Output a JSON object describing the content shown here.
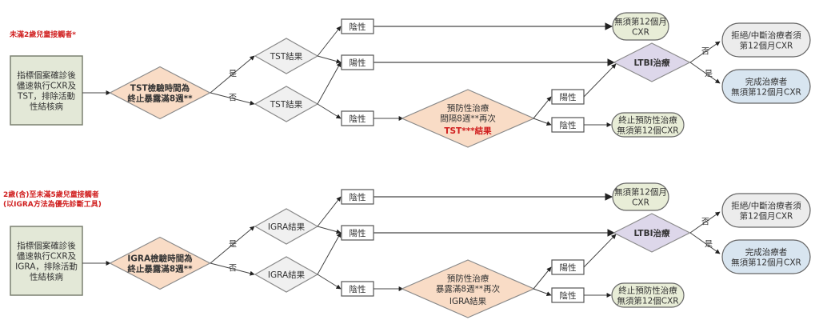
{
  "colors": {
    "start_fill": "#e3e8d7",
    "start_stroke": "#7b8070",
    "test_fill": "#f9dcc6",
    "test_stroke": "#8a8a8a",
    "result_fill": "#f0f0f0",
    "ltbi_fill": "#ddd7ea",
    "ok_fill": "#e8edd7",
    "refuse_fill": "#ececec",
    "complete_fill": "#d8e5f0",
    "label_red": "#d01f1f"
  },
  "flows": [
    {
      "heading": [
        "未滿2歲兒童接觸者*"
      ],
      "start": [
        "指標個案確診後",
        "儘速執行CXR及",
        "TST，排除活動",
        "性結核病"
      ],
      "test": [
        "TST檢驗時間為",
        "終止暴露滿8週**"
      ],
      "yes": "是",
      "no": "否",
      "result_yes": "TST結果",
      "result_no": "TST結果",
      "neg1": "陰性",
      "pos": "陽性",
      "neg2": "陰性",
      "retest": [
        "預防性治療",
        "間隔8週**再次"
      ],
      "retest_red": "TST***結果",
      "retest_plain": "",
      "pos2": "陽性",
      "neg3": "陰性",
      "no_cxr": [
        "無須第12個月",
        "CXR"
      ],
      "ltbi": "LTBI治療",
      "ltbi_no": "否",
      "ltbi_yes": "是",
      "refuse": [
        "拒絕/中斷治療者須",
        "第12個月CXR"
      ],
      "complete": [
        "完成治療者",
        "無須第12個月CXR"
      ],
      "stop": [
        "終止預防性治療",
        "無須第12個CXR"
      ]
    },
    {
      "heading": [
        "2歲(含)至未滿5歲兒童接觸者",
        "(以IGRA方法為優先診斷工具)"
      ],
      "start": [
        "指標個案確診後",
        "儘速執行CXR及",
        "IGRA，排除活動",
        "性結核病"
      ],
      "test": [
        "IGRA檢驗時間為",
        "終止暴露滿8週**"
      ],
      "yes": "是",
      "no": "否",
      "result_yes": "IGRA結果",
      "result_no": "IGRA結果",
      "neg1": "陰性",
      "pos": "陽性",
      "neg2": "陰性",
      "retest": [
        "預防性治療",
        "暴露滿8週**再次"
      ],
      "retest_red": "",
      "retest_plain": "IGRA結果",
      "pos2": "陽性",
      "neg3": "陰性",
      "no_cxr": [
        "無須第12個月",
        "CXR"
      ],
      "ltbi": "LTBI治療",
      "ltbi_no": "否",
      "ltbi_yes": "是",
      "refuse": [
        "拒絕/中斷治療者須",
        "第12個月CXR"
      ],
      "complete": [
        "完成治療者",
        "無須第12個月CXR"
      ],
      "stop": [
        "終止預防性治療",
        "無須第12個CXR"
      ]
    }
  ]
}
